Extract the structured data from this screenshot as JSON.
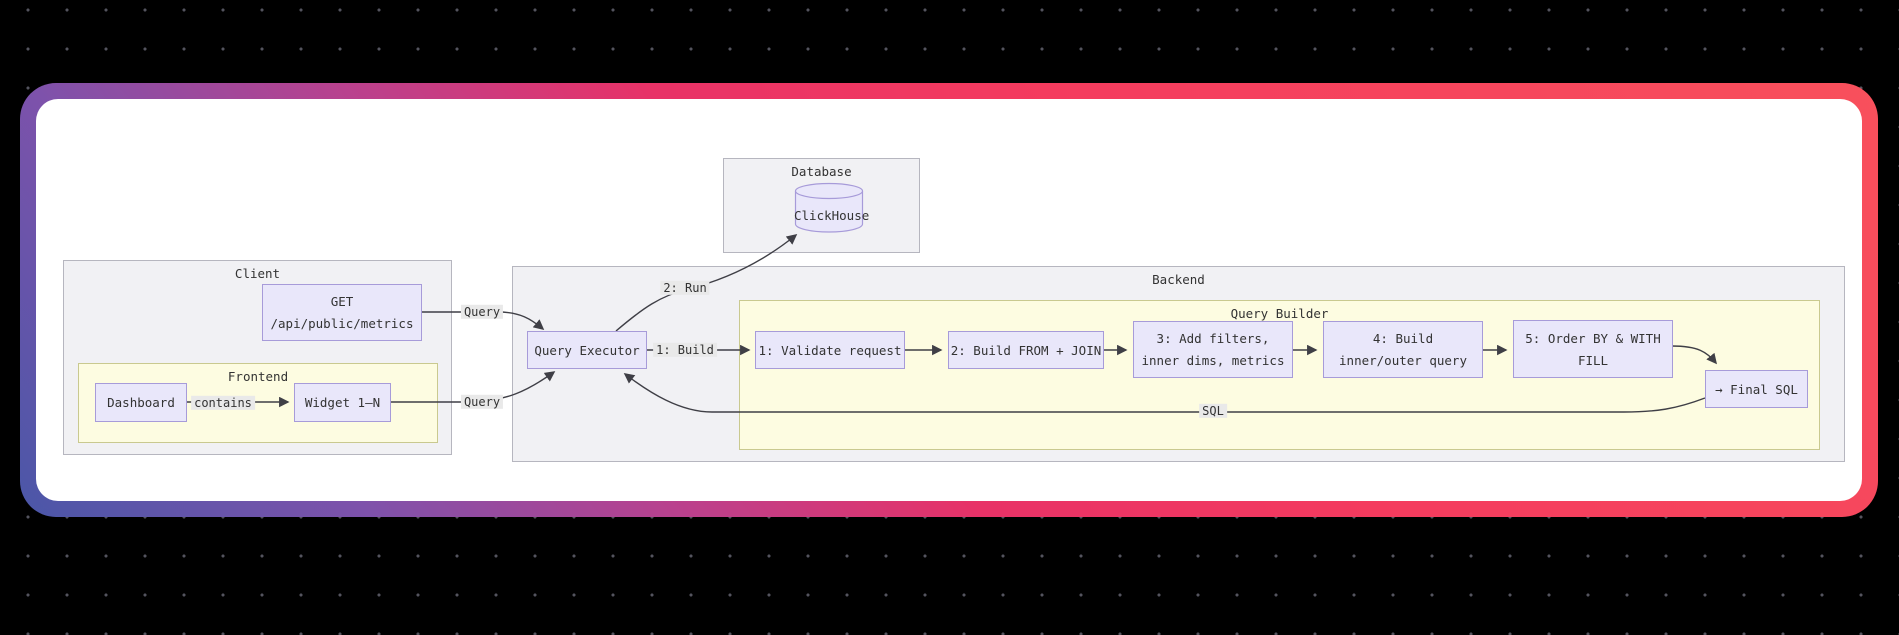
{
  "background": {
    "color": "#000000",
    "dot_color": "#54545e"
  },
  "card": {
    "gradient": [
      "#4a57a8",
      "#7e52ab",
      "#b9418e",
      "#e83267",
      "#f43b5e",
      "#f8505c"
    ],
    "surface": "#ffffff"
  },
  "diagram": {
    "clusters": {
      "database": {
        "label": "Database"
      },
      "client": {
        "label": "Client"
      },
      "frontend": {
        "label": "Frontend"
      },
      "backend": {
        "label": "Backend"
      },
      "query_builder": {
        "label": "Query Builder"
      }
    },
    "nodes": {
      "clickhouse": {
        "label": "ClickHouse"
      },
      "get_endpoint": {
        "line1": "GET",
        "line2": "/api/public/metrics"
      },
      "dashboard": {
        "label": "Dashboard"
      },
      "widget": {
        "label": "Widget 1–N"
      },
      "query_executor": {
        "label": "Query Executor"
      },
      "validate_request": {
        "label": "1: Validate request"
      },
      "build_from_join": {
        "label": "2: Build FROM + JOIN"
      },
      "add_filters": {
        "line1": "3: Add filters,",
        "line2": "inner dims, metrics"
      },
      "build_inner_outer": {
        "line1": "4: Build",
        "line2": "inner/outer query"
      },
      "order_by_fill": {
        "line1": "5: Order BY & WITH",
        "line2": "FILL"
      },
      "final_sql": {
        "label": "→ Final SQL"
      }
    },
    "edge_labels": {
      "query_top": "Query",
      "query_bottom": "Query",
      "run": "2: Run",
      "build": "1: Build",
      "contains": "contains",
      "sql": "SQL"
    },
    "colors": {
      "node_fill": "#e9e7fa",
      "node_border": "#a79bd9",
      "gray_cluster_fill": "#f1f1f4",
      "gray_cluster_border": "#b6b6bf",
      "yellow_cluster_fill": "#fdfce1",
      "yellow_cluster_border": "#c9c98f",
      "edge": "#3f3f46",
      "edge_label_bg": "#e9e9e9",
      "text": "#333333"
    }
  }
}
